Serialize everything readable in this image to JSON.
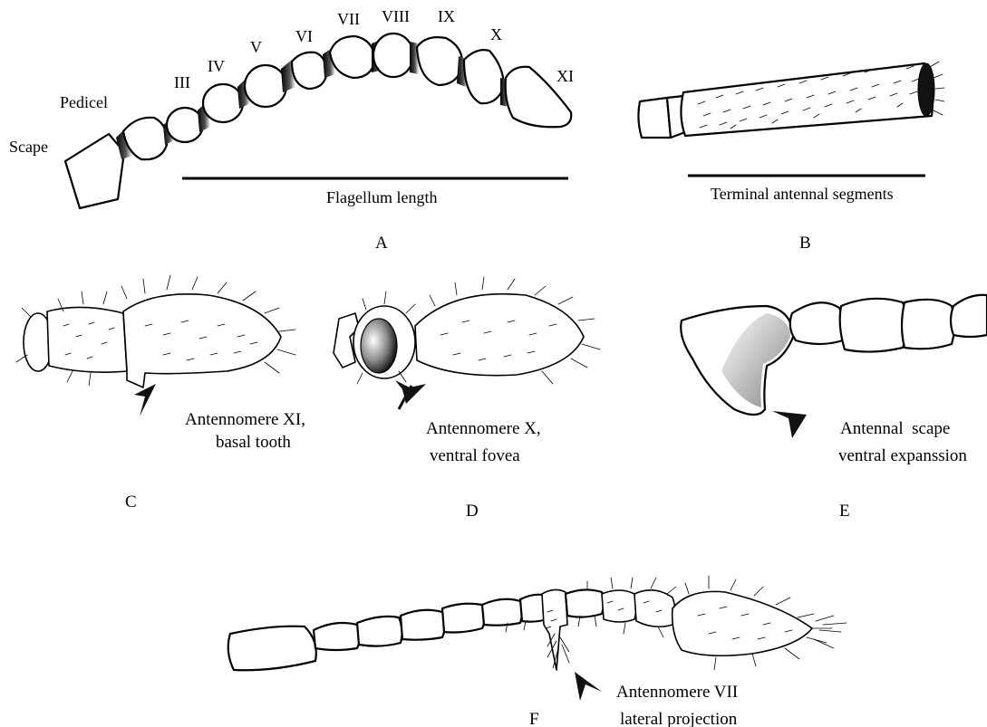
{
  "panel_a": {
    "label": "A",
    "scape": "Scape",
    "pedicel": "Pedicel",
    "numerals": [
      "III",
      "IV",
      "V",
      "VI",
      "VII",
      "VIII",
      "IX",
      "X",
      "XI"
    ],
    "flagellum_caption": "Flagellum length"
  },
  "panel_b": {
    "label": "B",
    "caption": "Terminal antennal segments"
  },
  "panel_c": {
    "label": "C",
    "caption_line1": "Antennomere XI,",
    "caption_line2": "basal tooth"
  },
  "panel_d": {
    "label": "D",
    "caption_line1": "Antennomere X,",
    "caption_line2": "ventral fovea"
  },
  "panel_e": {
    "label": "E",
    "caption_line1": "Antennal  scape",
    "caption_line2": "ventral expanssion"
  },
  "panel_f": {
    "label": "F",
    "caption_line1": "Antennomere VII",
    "caption_line2": "lateral projection"
  }
}
